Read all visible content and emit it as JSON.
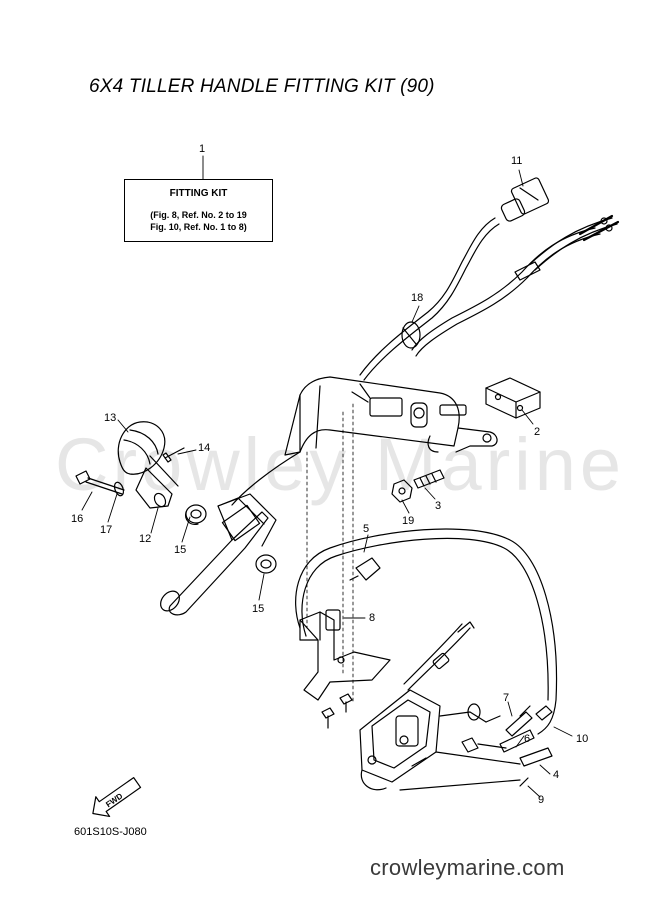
{
  "title": "6X4 TILLER HANDLE FITTING KIT (90)",
  "fitting_kit": {
    "heading": "FITTING KIT",
    "line1": "(Fig. 8, Ref. No. 2 to 19",
    "line2": "Fig. 10, Ref. No. 1 to 8)"
  },
  "refs": {
    "r1": "1",
    "r2": "2",
    "r3": "3",
    "r4": "4",
    "r5": "5",
    "r6": "6",
    "r7": "7",
    "r8": "8",
    "r9": "9",
    "r10": "10",
    "r11": "11",
    "r12": "12",
    "r13": "13",
    "r14": "14",
    "r15a": "15",
    "r15b": "15",
    "r16": "16",
    "r17": "17",
    "r18": "18",
    "r19": "19"
  },
  "fwd_label": "FWD",
  "diagram_code": "601S10S-J080",
  "watermark": "Crowley Marine",
  "footer": "crowleymarine.com"
}
